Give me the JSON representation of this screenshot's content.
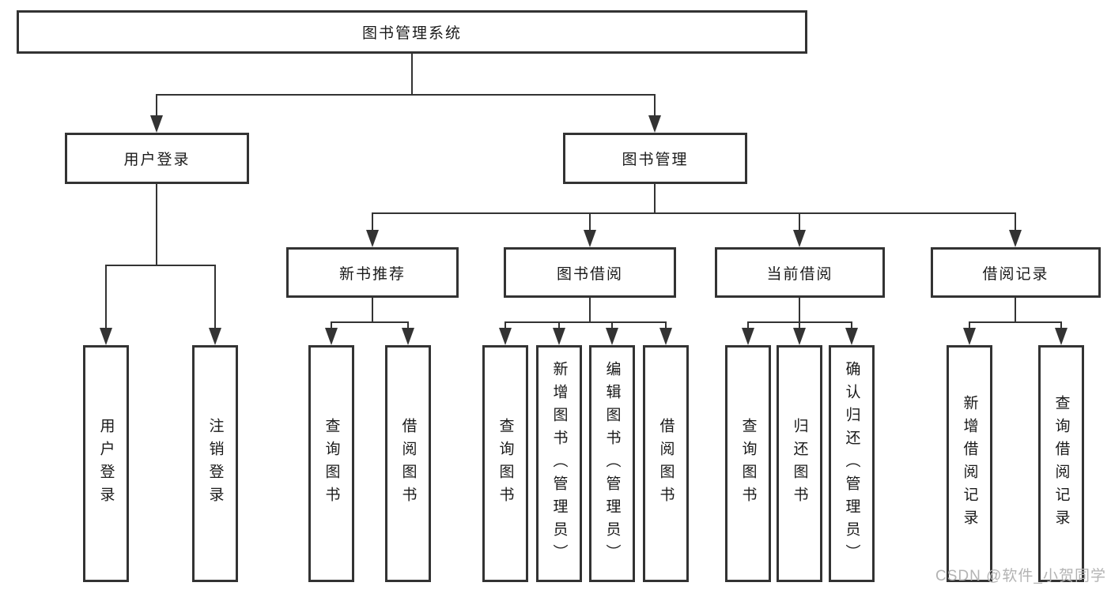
{
  "diagram": {
    "root": {
      "label": "图书管理系统"
    },
    "level2": [
      {
        "label": "用户登录"
      },
      {
        "label": "图书管理"
      }
    ],
    "level3": [
      {
        "label": "新书推荐"
      },
      {
        "label": "图书借阅"
      },
      {
        "label": "当前借阅"
      },
      {
        "label": "借阅记录"
      }
    ],
    "leaves": {
      "user_login": [
        {
          "label": "用户登录"
        },
        {
          "label": "注销登录"
        }
      ],
      "new_book_recommend": [
        {
          "label": "查询图书"
        },
        {
          "label": "借阅图书"
        }
      ],
      "book_borrow": [
        {
          "label": "查询图书"
        },
        {
          "label": "新增图书（管理员）"
        },
        {
          "label": "编辑图书（管理员）"
        },
        {
          "label": "借阅图书"
        }
      ],
      "current_borrow": [
        {
          "label": "查询图书"
        },
        {
          "label": "归还图书"
        },
        {
          "label": "确认归还（管理员）"
        }
      ],
      "borrow_records": [
        {
          "label": "新增借阅记录"
        },
        {
          "label": "查询借阅记录"
        }
      ]
    }
  },
  "watermark": {
    "text": "CSDN @软件_小贺同学",
    "color": "#b3b3b3"
  },
  "colors": {
    "background": "#ffffff",
    "box_border": "#333333",
    "box_fill": "#ffffff",
    "connector": "#333333",
    "text": "#1a1a1a"
  }
}
